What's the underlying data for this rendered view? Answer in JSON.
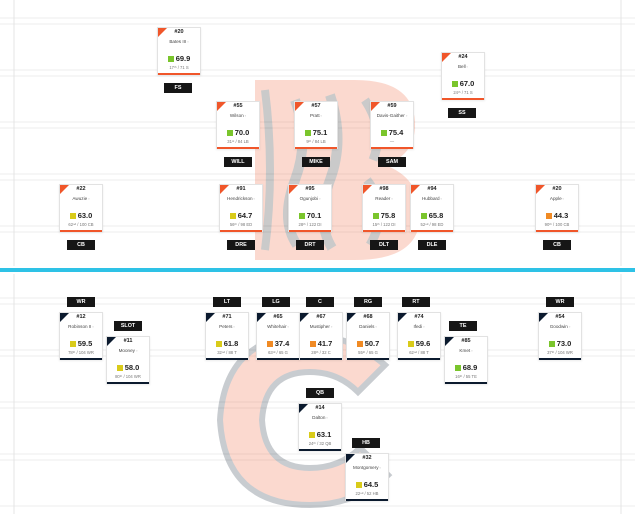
{
  "colors": {
    "away_accent": "#f0562a",
    "home_accent": "#0b1a2e",
    "divider": "#2ec2e6",
    "grade_green": "#7ac52c",
    "grade_yellow": "#d9cb1a",
    "grade_orange": "#f08a24"
  },
  "icons": {
    "name_icon": "chat-icon",
    "team_logos": [
      "bengals-logo",
      "bears-logo"
    ]
  },
  "players": [
    {
      "id": "d-fs",
      "team": "away",
      "number": "#20",
      "name": "Bates III",
      "grade": "69.9",
      "grade_color": "green",
      "rank": "17ᵗʰ / 71 S",
      "position": "FS"
    },
    {
      "id": "d-ss",
      "team": "away",
      "number": "#24",
      "name": "Bell",
      "grade": "67.0",
      "grade_color": "green",
      "rank": "24ᵗʰ / 71 S",
      "position": "SS"
    },
    {
      "id": "d-will",
      "team": "away",
      "number": "#55",
      "name": "Wilson",
      "grade": "70.0",
      "grade_color": "green",
      "rank": "31ˢᵗ / 84 LB",
      "position": "WILL"
    },
    {
      "id": "d-mike",
      "team": "away",
      "number": "#57",
      "name": "Pratt",
      "grade": "75.1",
      "grade_color": "green",
      "rank": "9ᵗʰ / 84 LB",
      "position": "MIKE"
    },
    {
      "id": "d-sam",
      "team": "away",
      "number": "#59",
      "name": "Davis-Gaither",
      "grade": "75.4",
      "grade_color": "green",
      "rank": "—",
      "position": "SAM"
    },
    {
      "id": "d-cb1",
      "team": "away",
      "number": "#22",
      "name": "Awuzie",
      "grade": "63.0",
      "grade_color": "yellow",
      "rank": "62ⁿᵈ / 100 CB",
      "position": "CB"
    },
    {
      "id": "d-dre",
      "team": "away",
      "number": "#91",
      "name": "Hendrickson",
      "grade": "64.7",
      "grade_color": "yellow",
      "rank": "56ᵗʰ / 98 ED",
      "position": "DRE"
    },
    {
      "id": "d-drt",
      "team": "away",
      "number": "#95",
      "name": "Ogunjobi",
      "grade": "70.1",
      "grade_color": "green",
      "rank": "28ᵗʰ / 122 DI",
      "position": "DRT"
    },
    {
      "id": "d-dlt",
      "team": "away",
      "number": "#98",
      "name": "Reader",
      "grade": "75.8",
      "grade_color": "green",
      "rank": "15ᵗʰ / 122 DI",
      "position": "DLT"
    },
    {
      "id": "d-dle",
      "team": "away",
      "number": "#94",
      "name": "Hubbard",
      "grade": "65.8",
      "grade_color": "green",
      "rank": "52ⁿᵈ / 98 ED",
      "position": "DLE"
    },
    {
      "id": "d-cb2",
      "team": "away",
      "number": "#20",
      "name": "Apple",
      "grade": "44.3",
      "grade_color": "orange",
      "rank": "90ᵗʰ / 100 CB",
      "position": "CB"
    },
    {
      "id": "o-wr1",
      "team": "home",
      "number": "#12",
      "name": "Robinson II",
      "grade": "59.5",
      "grade_color": "yellow",
      "rank": "78ᵗʰ / 104 WR",
      "position": "WR"
    },
    {
      "id": "o-slot",
      "team": "home",
      "number": "#11",
      "name": "Mooney",
      "grade": "58.0",
      "grade_color": "yellow",
      "rank": "80ᵗʰ / 104 WR",
      "position": "SLOT"
    },
    {
      "id": "o-lt",
      "team": "home",
      "number": "#71",
      "name": "Peters",
      "grade": "61.8",
      "grade_color": "yellow",
      "rank": "32ⁿᵈ / 88 T",
      "position": "LT"
    },
    {
      "id": "o-lg",
      "team": "home",
      "number": "#65",
      "name": "Whitehair",
      "grade": "37.4",
      "grade_color": "orange",
      "rank": "63ʳᵈ / 65 G",
      "position": "LG"
    },
    {
      "id": "o-c",
      "team": "home",
      "number": "#67",
      "name": "Mustipher",
      "grade": "41.7",
      "grade_color": "orange",
      "rank": "28ᵗʰ / 32 C",
      "position": "C"
    },
    {
      "id": "o-rg",
      "team": "home",
      "number": "#68",
      "name": "Daniels",
      "grade": "50.7",
      "grade_color": "orange",
      "rank": "55ᵗʰ / 65 G",
      "position": "RG"
    },
    {
      "id": "o-rt",
      "team": "home",
      "number": "#74",
      "name": "Ifedi",
      "grade": "59.6",
      "grade_color": "yellow",
      "rank": "62ⁿᵈ / 88 T",
      "position": "RT"
    },
    {
      "id": "o-te",
      "team": "home",
      "number": "#85",
      "name": "Kmet",
      "grade": "68.9",
      "grade_color": "green",
      "rank": "16ᵗʰ / 55 TE",
      "position": "TE"
    },
    {
      "id": "o-wr2",
      "team": "home",
      "number": "#54",
      "name": "Goodwin",
      "grade": "73.0",
      "grade_color": "green",
      "rank": "37ᵗʰ / 104 WR",
      "position": "WR"
    },
    {
      "id": "o-qb",
      "team": "home",
      "number": "#14",
      "name": "Dalton",
      "grade": "63.1",
      "grade_color": "yellow",
      "rank": "24ᵗʰ / 32 QB",
      "position": "QB"
    },
    {
      "id": "o-hb",
      "team": "home",
      "number": "#32",
      "name": "Montgomery",
      "grade": "64.5",
      "grade_color": "yellow",
      "rank": "22ⁿᵈ / 52 HB",
      "position": "HB"
    }
  ]
}
